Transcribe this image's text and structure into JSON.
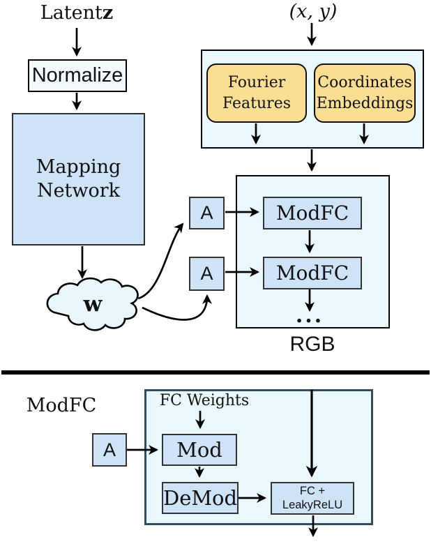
{
  "colors": {
    "box-blue": "#CFE3F7",
    "panel-blue": "#EAF7FB",
    "yellow": "#FADE92",
    "cloud-blue": "#E9F7FC",
    "normalize-fill": "#F2FAFD",
    "border-dark": "#333333",
    "bottom-border": "#2E4D63",
    "arrow-black": "#000000"
  },
  "top_diagram": {
    "latent": {
      "prefix": "Latent ",
      "z": "z"
    },
    "normalize_label": "Normalize",
    "mapping_network": {
      "line1": "Mapping",
      "line2": "Network"
    },
    "w_label": "w",
    "xy_label": "(x, y)",
    "fourier_features": {
      "line1": "Fourier",
      "line2": "Features"
    },
    "coordinate_embeddings": {
      "line1": "Coordinates",
      "line2": "Embeddings"
    },
    "a_label_1": "A",
    "a_label_2": "A",
    "modfc_1": "ModFC",
    "modfc_2": "ModFC",
    "ellipsis": "...",
    "rgb_label": "RGB"
  },
  "bottom_diagram": {
    "title": "ModFC",
    "fc_weights_label": "FC Weights",
    "a_label": "A",
    "mod_label": "Mod",
    "demod_label": "DeMod",
    "fc_leakyrelu": {
      "line1": "FC +",
      "line2": "LeakyReLU"
    }
  }
}
